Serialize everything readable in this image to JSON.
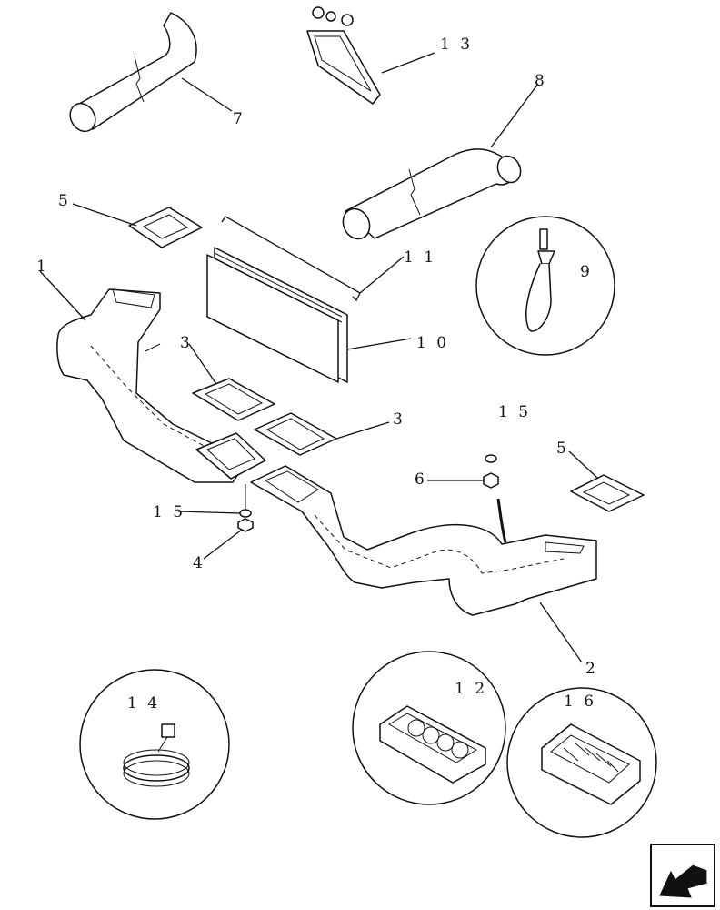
{
  "callouts": {
    "c1": "1",
    "c2": "2",
    "c3a": "3",
    "c3b": "3",
    "c4": "4",
    "c5a": "5",
    "c5b": "5",
    "c6": "6",
    "c7": "7",
    "c8": "8",
    "c9": "9",
    "c10": "1 0",
    "c11": "1 1",
    "c12": "1 2",
    "c13": "1 3",
    "c14": "1 4",
    "c15a": "1 5",
    "c15b": "1 5",
    "c16": "1 6"
  },
  "icons": {
    "navigation": "back-arrow-icon"
  }
}
